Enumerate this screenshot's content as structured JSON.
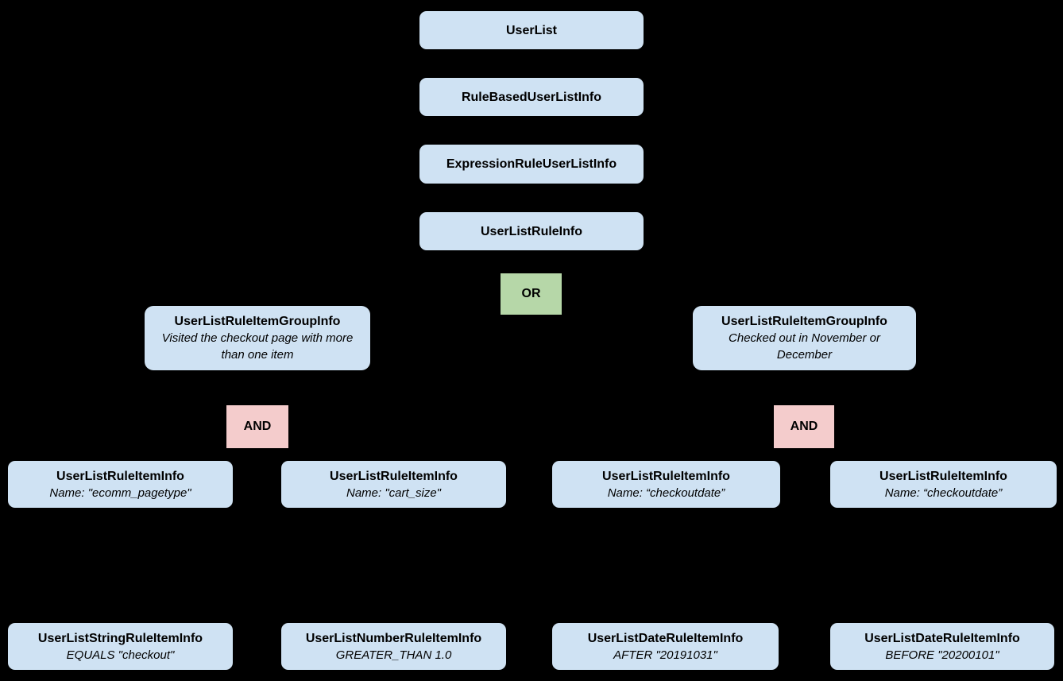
{
  "diagram": {
    "background_color": "#000000",
    "colors": {
      "node_fill": "#cfe2f3",
      "or_fill": "#b6d7a8",
      "and_fill": "#f4cccc",
      "text_color": "#000000"
    },
    "nodes": {
      "userlist": {
        "title": "UserList"
      },
      "rule_based": {
        "title": "RuleBasedUserListInfo"
      },
      "expression_rule": {
        "title": "ExpressionRuleUserListInfo"
      },
      "user_list_rule": {
        "title": "UserListRuleInfo"
      },
      "or_op": {
        "label": "OR"
      },
      "group_left": {
        "title": "UserListRuleItemGroupInfo",
        "subtitle": "Visited the checkout page with more than one item"
      },
      "group_right": {
        "title": "UserListRuleItemGroupInfo",
        "subtitle": "Checked out in November or December"
      },
      "and_left": {
        "label": "AND"
      },
      "and_right": {
        "label": "AND"
      },
      "item_ecomm": {
        "title": "UserListRuleItemInfo",
        "subtitle": "Name: \"ecomm_pagetype\""
      },
      "item_cart": {
        "title": "UserListRuleItemInfo",
        "subtitle": "Name: \"cart_size\""
      },
      "item_checkout_1": {
        "title": "UserListRuleItemInfo",
        "subtitle": "Name: “checkoutdate”"
      },
      "item_checkout_2": {
        "title": "UserListRuleItemInfo",
        "subtitle": "Name: “checkoutdate”"
      },
      "leaf_string": {
        "title": "UserListStringRuleItemInfo",
        "subtitle": "EQUALS \"checkout\""
      },
      "leaf_number": {
        "title": "UserListNumberRuleItemInfo",
        "subtitle": "GREATER_THAN 1.0"
      },
      "leaf_date_after": {
        "title": "UserListDateRuleItemInfo",
        "subtitle": "AFTER \"20191031\""
      },
      "leaf_date_before": {
        "title": "UserListDateRuleItemInfo",
        "subtitle": "BEFORE \"20200101\""
      }
    }
  }
}
